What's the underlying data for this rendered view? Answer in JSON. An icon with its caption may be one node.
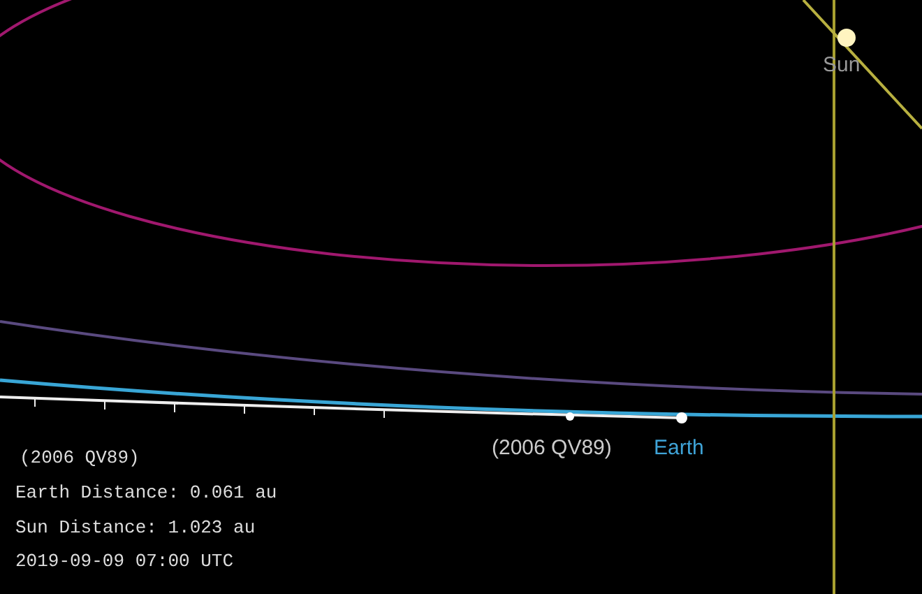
{
  "diagram": {
    "labels": [
      "Sun",
      "(2006 QV89)",
      "Earth",
      "(2006 QV89)",
      "Earth Distance: 0.061 au",
      "Sun Distance: 1.023 au",
      "2019-09-09 07:00 UTC"
    ]
  }
}
